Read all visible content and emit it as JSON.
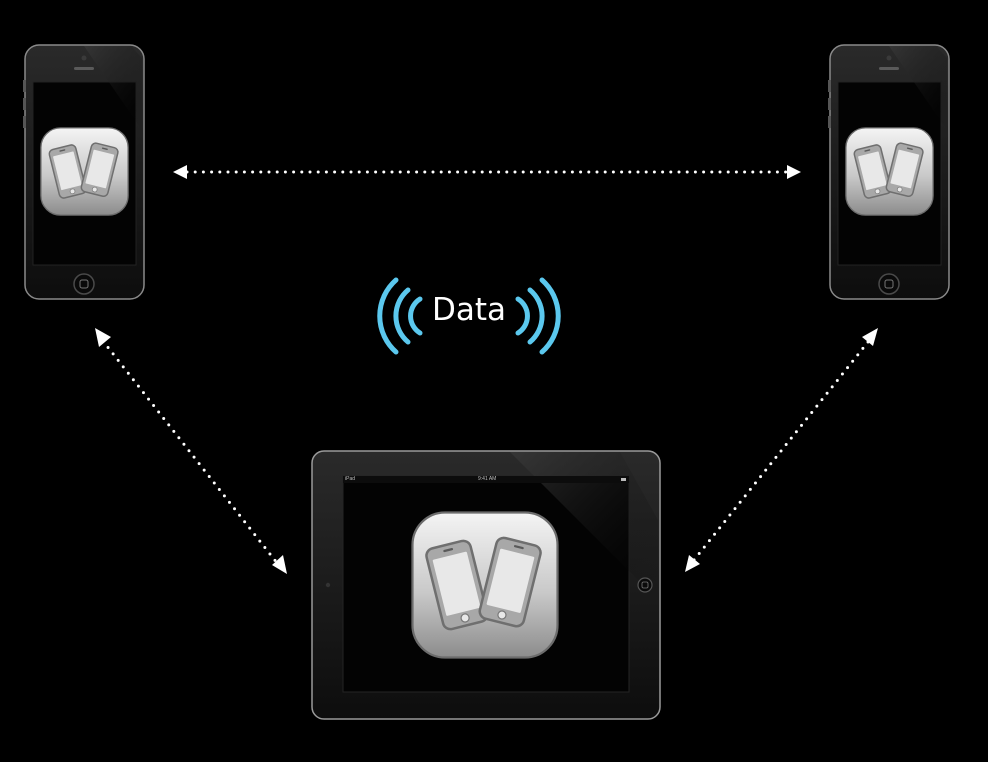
{
  "diagram": {
    "center_label": "Data",
    "ipad_status": {
      "carrier": "iPad",
      "time": "9:41 AM"
    },
    "colors": {
      "background": "#000000",
      "wave": "#5bc8ee",
      "arrow": "#ffffff",
      "device_frame": "#1a1a1a",
      "app_icon_light": "#f4f4f4",
      "app_icon_dark": "#8c8c8c"
    },
    "nodes": [
      {
        "id": "iphone-left",
        "kind": "iphone",
        "icon": "devices-swap-icon"
      },
      {
        "id": "iphone-right",
        "kind": "iphone",
        "icon": "devices-swap-icon"
      },
      {
        "id": "ipad-bottom",
        "kind": "ipad",
        "icon": "devices-swap-icon"
      }
    ],
    "links": [
      {
        "from": "iphone-left",
        "to": "iphone-right",
        "style": "dotted",
        "direction": "both"
      },
      {
        "from": "iphone-left",
        "to": "ipad-bottom",
        "style": "dotted",
        "direction": "both"
      },
      {
        "from": "iphone-right",
        "to": "ipad-bottom",
        "style": "dotted",
        "direction": "both"
      }
    ]
  }
}
